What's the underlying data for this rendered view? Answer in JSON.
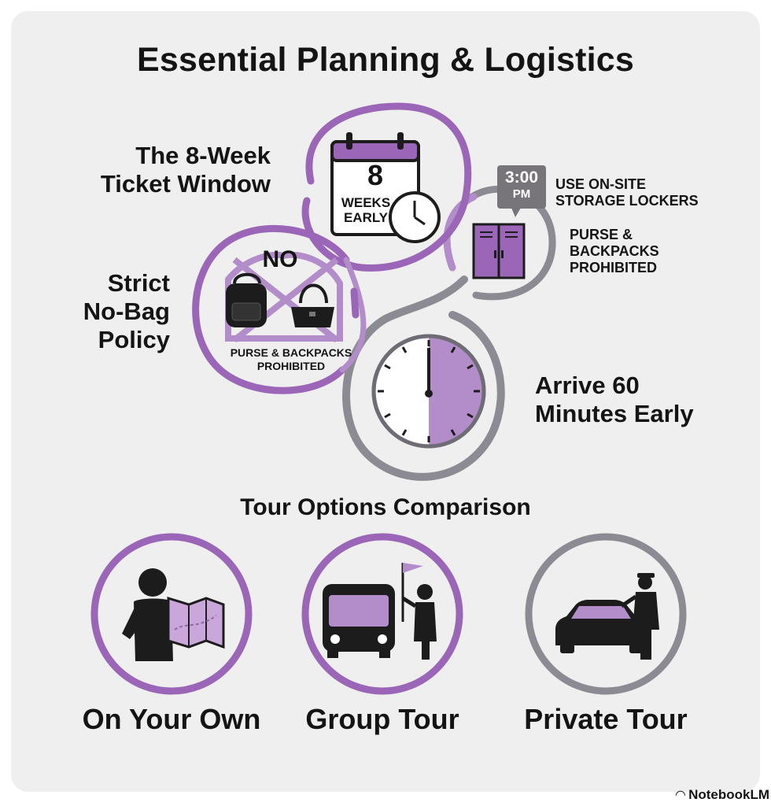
{
  "title": "Essential Planning & Logistics",
  "ticket_window": {
    "label_line1": "The 8-Week",
    "label_line2": "Ticket Window",
    "calendar_number": "8",
    "calendar_line1": "WEEKS",
    "calendar_line2": "EARLY",
    "icons": [
      "calendar-icon",
      "clock-icon"
    ]
  },
  "lockers": {
    "time_line1": "3:00",
    "time_line2": "PM",
    "label_line1": "USE ON-SITE",
    "label_line2": "STORAGE LOCKERS",
    "note_line1": "PURSE &",
    "note_line2": "BACKPACKS",
    "note_line3": "PROHIBITED",
    "icons": [
      "speech-bubble-icon",
      "locker-icon"
    ]
  },
  "bag_policy": {
    "label_line1": "Strict",
    "label_line2": "No-Bag",
    "label_line3": "Policy",
    "no_text": "NO",
    "note_line1": "PURSE & BACKPACKS",
    "note_line2": "PROHIBITED",
    "icons": [
      "backpack-icon",
      "handbag-icon",
      "prohibited-icon"
    ]
  },
  "arrival": {
    "label_line1": "Arrive 60",
    "label_line2": "Minutes Early",
    "icons": [
      "clock-icon"
    ]
  },
  "tours": {
    "heading": "Tour Options Comparison",
    "options": [
      {
        "label": "On Your Own",
        "icon": "map-reader-icon"
      },
      {
        "label": "Group Tour",
        "icon": "bus-guide-icon"
      },
      {
        "label": "Private Tour",
        "icon": "car-chauffeur-icon"
      }
    ]
  },
  "brand": "NotebookLM",
  "colors": {
    "purple": "#9b66b8",
    "light_purple": "#b38cca",
    "grey_path": "#8c8a92",
    "background": "#efefef",
    "ink": "#141414"
  }
}
